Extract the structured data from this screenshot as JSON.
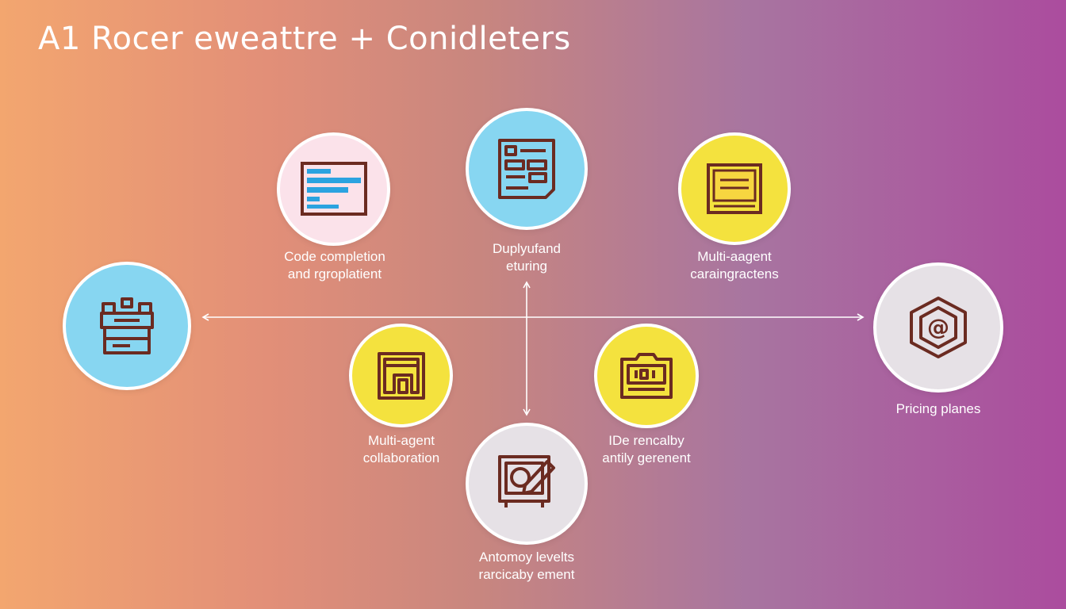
{
  "title": "A1 Rocer eweattre + Conidleters",
  "colors": {
    "gradient_start": "#f3a66f",
    "gradient_end": "#ab4c9e",
    "node_pink": "#fbe2ea",
    "node_blue": "#87d6f1",
    "node_yellow": "#f4e23e",
    "node_gray": "#e6e1e6",
    "icon_brown": "#6b2b21",
    "icon_blue": "#2ba3e0"
  },
  "nodes": {
    "robot": {
      "icon": "robot-icon"
    },
    "code": {
      "icon": "code-window-icon",
      "caption": [
        "Code completion",
        "and rgroplatient"
      ]
    },
    "debug": {
      "icon": "document-icon",
      "caption": [
        "Duplyufand",
        "eturing"
      ]
    },
    "multi_top": {
      "icon": "presentation-icon",
      "caption": [
        "Multi-aagent",
        "caraingractens"
      ]
    },
    "pricing": {
      "icon": "at-sign-hexagon-icon",
      "caption": [
        "Pricing planes"
      ]
    },
    "multi_bottom": {
      "icon": "frame-icon",
      "caption": [
        "Multi-agent",
        "collaboration"
      ]
    },
    "ide": {
      "icon": "ide-window-icon",
      "caption": [
        "IDe rencalby",
        "antily gerenent"
      ]
    },
    "autonomy": {
      "icon": "edit-tablet-icon",
      "caption": [
        "Antomoy levelts",
        "rarcicaby ement"
      ]
    }
  }
}
